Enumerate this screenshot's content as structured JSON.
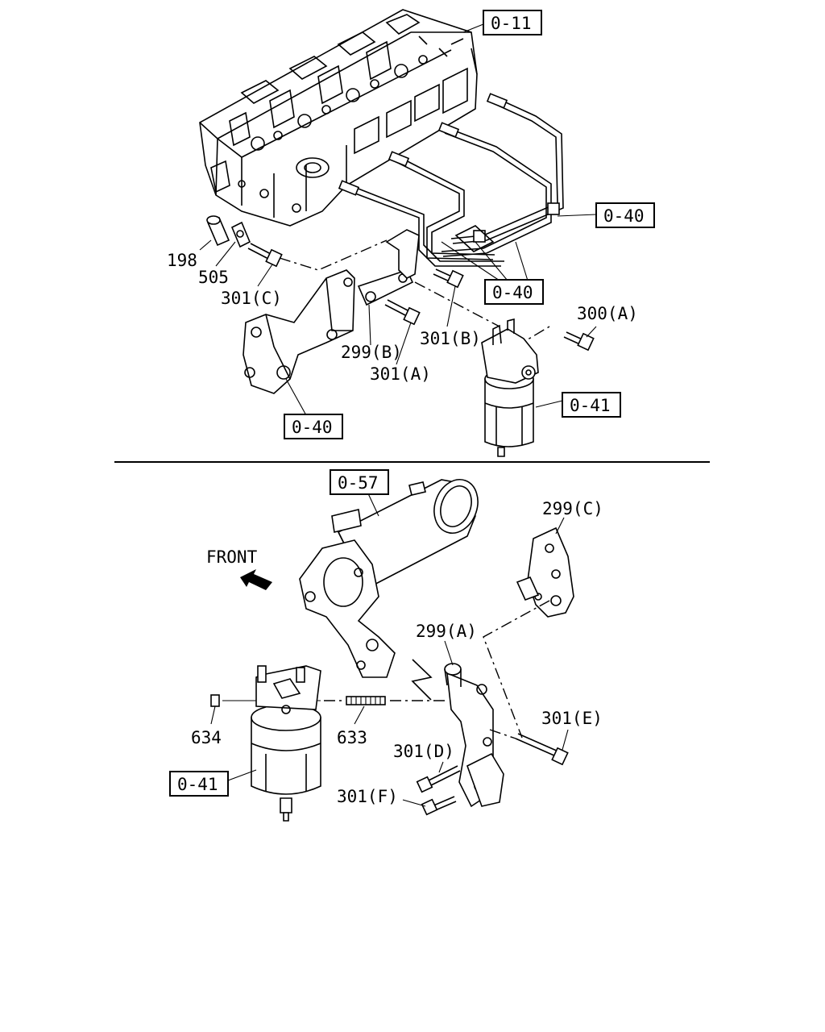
{
  "boxed_refs": {
    "ref_head": "0-11",
    "ref_pipe_right": "0-40",
    "ref_pipe_lower": "0-40",
    "ref_bracket_left": "0-40",
    "ref_filter_top": "0-41",
    "ref_egr": "0-57",
    "ref_filter_bottom": "0-41"
  },
  "part_labels": {
    "p198": "198",
    "p505": "505",
    "p301c": "301(C)",
    "p299b": "299(B)",
    "p301a": "301(A)",
    "p301b": "301(B)",
    "p300a": "300(A)",
    "p299c": "299(C)",
    "p299a": "299(A)",
    "p634": "634",
    "p633": "633",
    "p301d": "301(D)",
    "p301e": "301(E)",
    "p301f": "301(F)"
  },
  "direction": {
    "label": "FRONT",
    "icon": "arrow-front-icon"
  }
}
